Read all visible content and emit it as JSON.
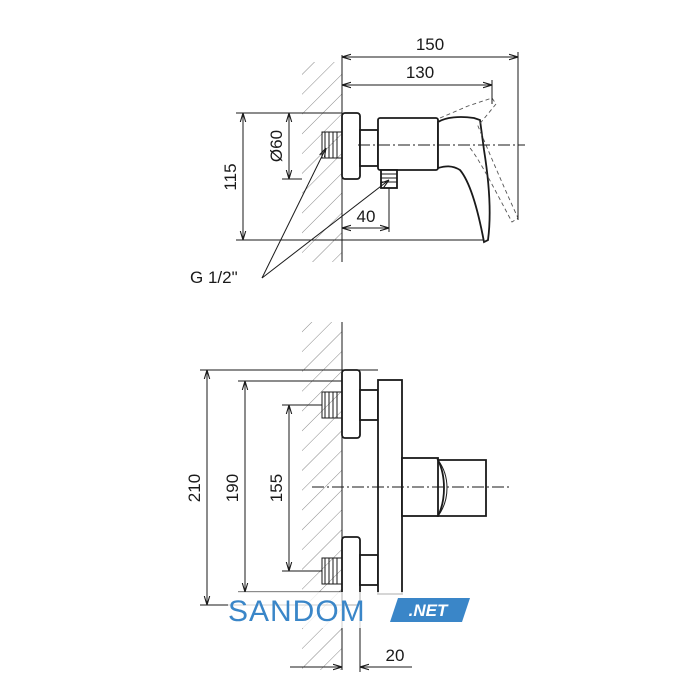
{
  "dimensions": {
    "top_view": {
      "overall_depth": "150",
      "body_depth": "130",
      "height": "115",
      "flange_diameter": "Ø60",
      "inlet_offset": "40",
      "thread": "G 1/2\""
    },
    "front_view": {
      "total_height": "210",
      "flange_span": "190",
      "inlet_spacing": "155",
      "wall_offset": "20"
    }
  },
  "watermark": {
    "brand": "SANDOM",
    "suffix": ".NET",
    "brand_color": "#3a86c8",
    "badge_color": "#3a86c8"
  }
}
